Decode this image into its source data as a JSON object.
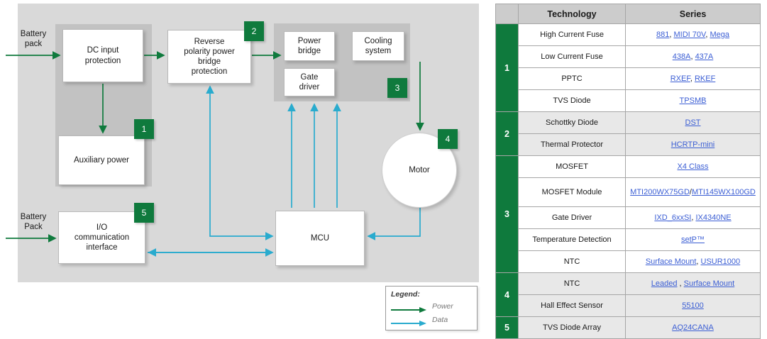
{
  "diagram": {
    "external_labels": {
      "battery_top": "Battery\npack",
      "battery_bottom": "Battery\nPack"
    },
    "blocks": {
      "dc_input": "DC input\nprotection",
      "auxiliary_power": "Auxiliary power",
      "reverse_polarity": "Reverse\npolarity power\nbridge\nprotection",
      "power_bridge": "Power\nbridge",
      "cooling_system": "Cooling\nsystem",
      "gate_driver": "Gate\ndriver",
      "motor": "Motor",
      "mcu": "MCU",
      "io_interface": "I/O\ncommunication\ninterface"
    },
    "badges": [
      "1",
      "2",
      "3",
      "4",
      "5"
    ],
    "legend": {
      "title": "Legend:",
      "power": "Power",
      "data": "Data"
    },
    "colors": {
      "power_arrow": "#0f7a3d",
      "data_arrow": "#29ABCE",
      "badge": "#0f7a3d",
      "panel": "#d9d9d9",
      "subpanel": "#c2c2c2"
    }
  },
  "table": {
    "headers": [
      "",
      "Technology",
      "Series"
    ],
    "rows": [
      {
        "group": "1",
        "group_span": 4,
        "shade": false,
        "technology": "High Current Fuse",
        "series": [
          {
            "text": "881",
            "link": true
          },
          {
            "text": ", ",
            "link": false
          },
          {
            "text": "MIDI 70V",
            "link": true
          },
          {
            "text": ", ",
            "link": false
          },
          {
            "text": "Mega",
            "link": true
          }
        ]
      },
      {
        "shade": false,
        "technology": "Low Current Fuse",
        "series": [
          {
            "text": "438A",
            "link": true
          },
          {
            "text": ", ",
            "link": false
          },
          {
            "text": "437A",
            "link": true
          }
        ]
      },
      {
        "shade": false,
        "technology": "PPTC",
        "series": [
          {
            "text": "RXEF",
            "link": true
          },
          {
            "text": ", ",
            "link": false
          },
          {
            "text": "RKEF",
            "link": true
          }
        ]
      },
      {
        "shade": false,
        "technology": "TVS Diode",
        "series": [
          {
            "text": "TPSMB",
            "link": true
          }
        ]
      },
      {
        "group": "2",
        "group_span": 2,
        "shade": true,
        "technology": "Schottky Diode",
        "series": [
          {
            "text": "DST",
            "link": true
          }
        ]
      },
      {
        "shade": true,
        "technology": "Thermal Protector",
        "series": [
          {
            "text": "HCRTP-mini",
            "link": true
          }
        ]
      },
      {
        "group": "3",
        "group_span": 5,
        "shade": false,
        "technology": "MOSFET",
        "series": [
          {
            "text": "X4 Class",
            "link": true
          }
        ]
      },
      {
        "shade": false,
        "two_line": true,
        "technology": "MOSFET Module",
        "series": [
          {
            "text": "MTI200WX75GD",
            "link": true
          },
          {
            "text": "/",
            "link": false
          },
          {
            "text": "MTI145WX100GD",
            "link": true
          }
        ]
      },
      {
        "shade": false,
        "technology": "Gate Driver",
        "series": [
          {
            "text": "IXD_6xxSI",
            "link": true
          },
          {
            "text": ", ",
            "link": false
          },
          {
            "text": "IX4340NE",
            "link": true
          }
        ]
      },
      {
        "shade": false,
        "technology": "Temperature Detection",
        "series": [
          {
            "text": "setP™",
            "link": true
          }
        ]
      },
      {
        "shade": false,
        "technology": "NTC",
        "series": [
          {
            "text": "Surface Mount",
            "link": true
          },
          {
            "text": ", ",
            "link": false
          },
          {
            "text": "USUR1000",
            "link": true
          }
        ]
      },
      {
        "group": "4",
        "group_span": 2,
        "shade": true,
        "technology": "NTC",
        "series": [
          {
            "text": "Leaded",
            "link": true
          },
          {
            "text": " , ",
            "link": false
          },
          {
            "text": "Surface Mount",
            "link": true
          }
        ]
      },
      {
        "shade": true,
        "technology": "Hall Effect Sensor",
        "series": [
          {
            "text": "55100",
            "link": true
          }
        ]
      },
      {
        "group": "5",
        "group_span": 1,
        "shade": true,
        "technology": "TVS Diode Array",
        "series": [
          {
            "text": "AQ24CANA",
            "link": true
          }
        ]
      }
    ]
  }
}
